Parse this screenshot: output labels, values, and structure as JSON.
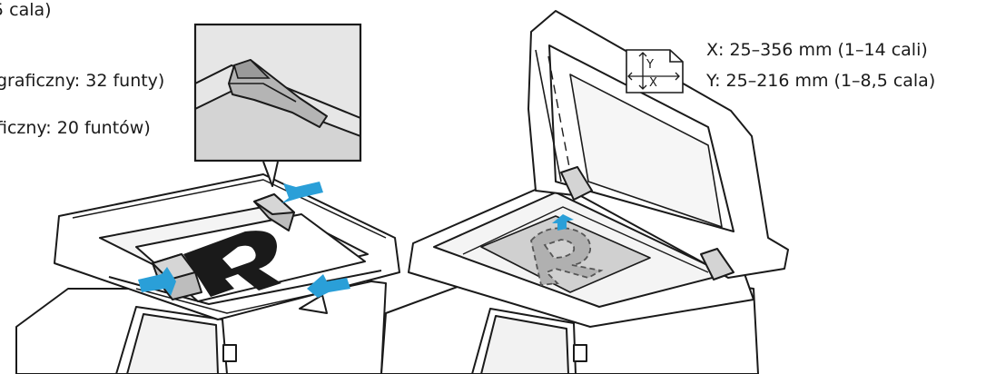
{
  "adf_labels": {
    "line1": "5 cala)",
    "line2": "graficzny: 32 funty)",
    "line3": "ficzny: 20 funtów)"
  },
  "glass_labels": {
    "x_range": "X: 25–356 mm (1–14 cali)",
    "y_range": "Y: 25–216 mm (1–8,5 cala)"
  },
  "doc_icon": {
    "x_letter": "X",
    "y_letter": "Y"
  },
  "adf_page_letter": "R",
  "glass_page_letter": "R",
  "colors": {
    "line": "#1a1a1a",
    "arrow_blue": "#2a9fd8",
    "gray_fill": "#c8c8c8",
    "light_gray": "#e4e4e4",
    "callout_bg": "#d9d9d9"
  }
}
